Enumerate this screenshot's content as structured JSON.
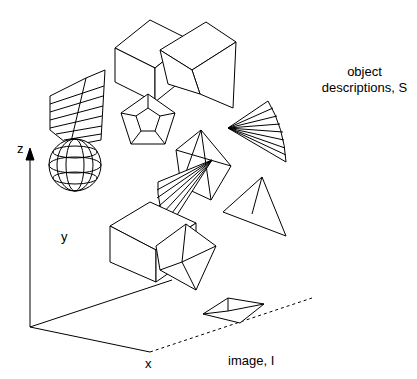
{
  "diagram": {
    "labels": [
      "object descriptions, S",
      "z",
      "y",
      "x",
      "image, I"
    ]
  }
}
